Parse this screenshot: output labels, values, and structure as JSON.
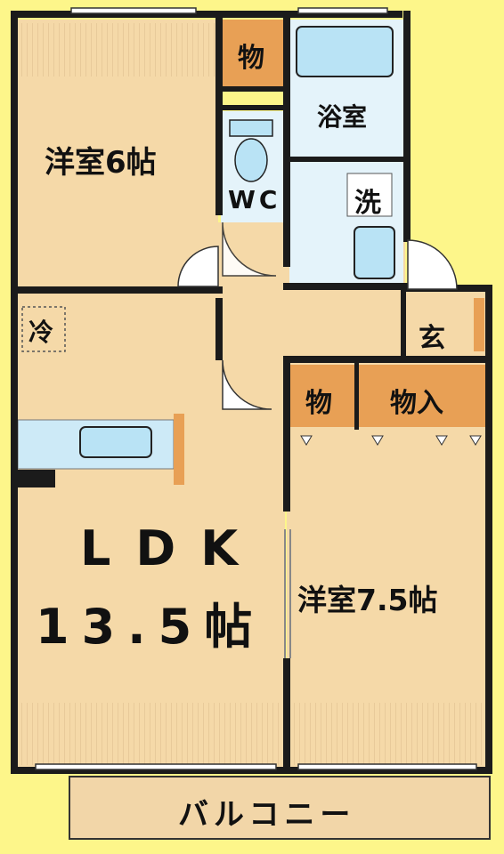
{
  "rooms": {
    "western_room_1": "洋室6帖",
    "storage_1": "物",
    "bathroom": "浴室",
    "toilet": "WC",
    "washroom": "洗",
    "aircon": "冷",
    "entrance": "玄",
    "ldk_name": "LDK",
    "ldk_size": "13.5帖",
    "storage_2": "物",
    "closet": "物入",
    "western_room_2": "洋室7.5帖",
    "balcony": "バルコニー"
  },
  "colors": {
    "background": "#fdf68a",
    "floor": "#f5d9a8",
    "wet_area": "#e4f3fa",
    "fixture": "#b9e3f5",
    "storage": "#e8a055",
    "wall": "#1b1b1b",
    "balcony": "#f2d6a8"
  }
}
